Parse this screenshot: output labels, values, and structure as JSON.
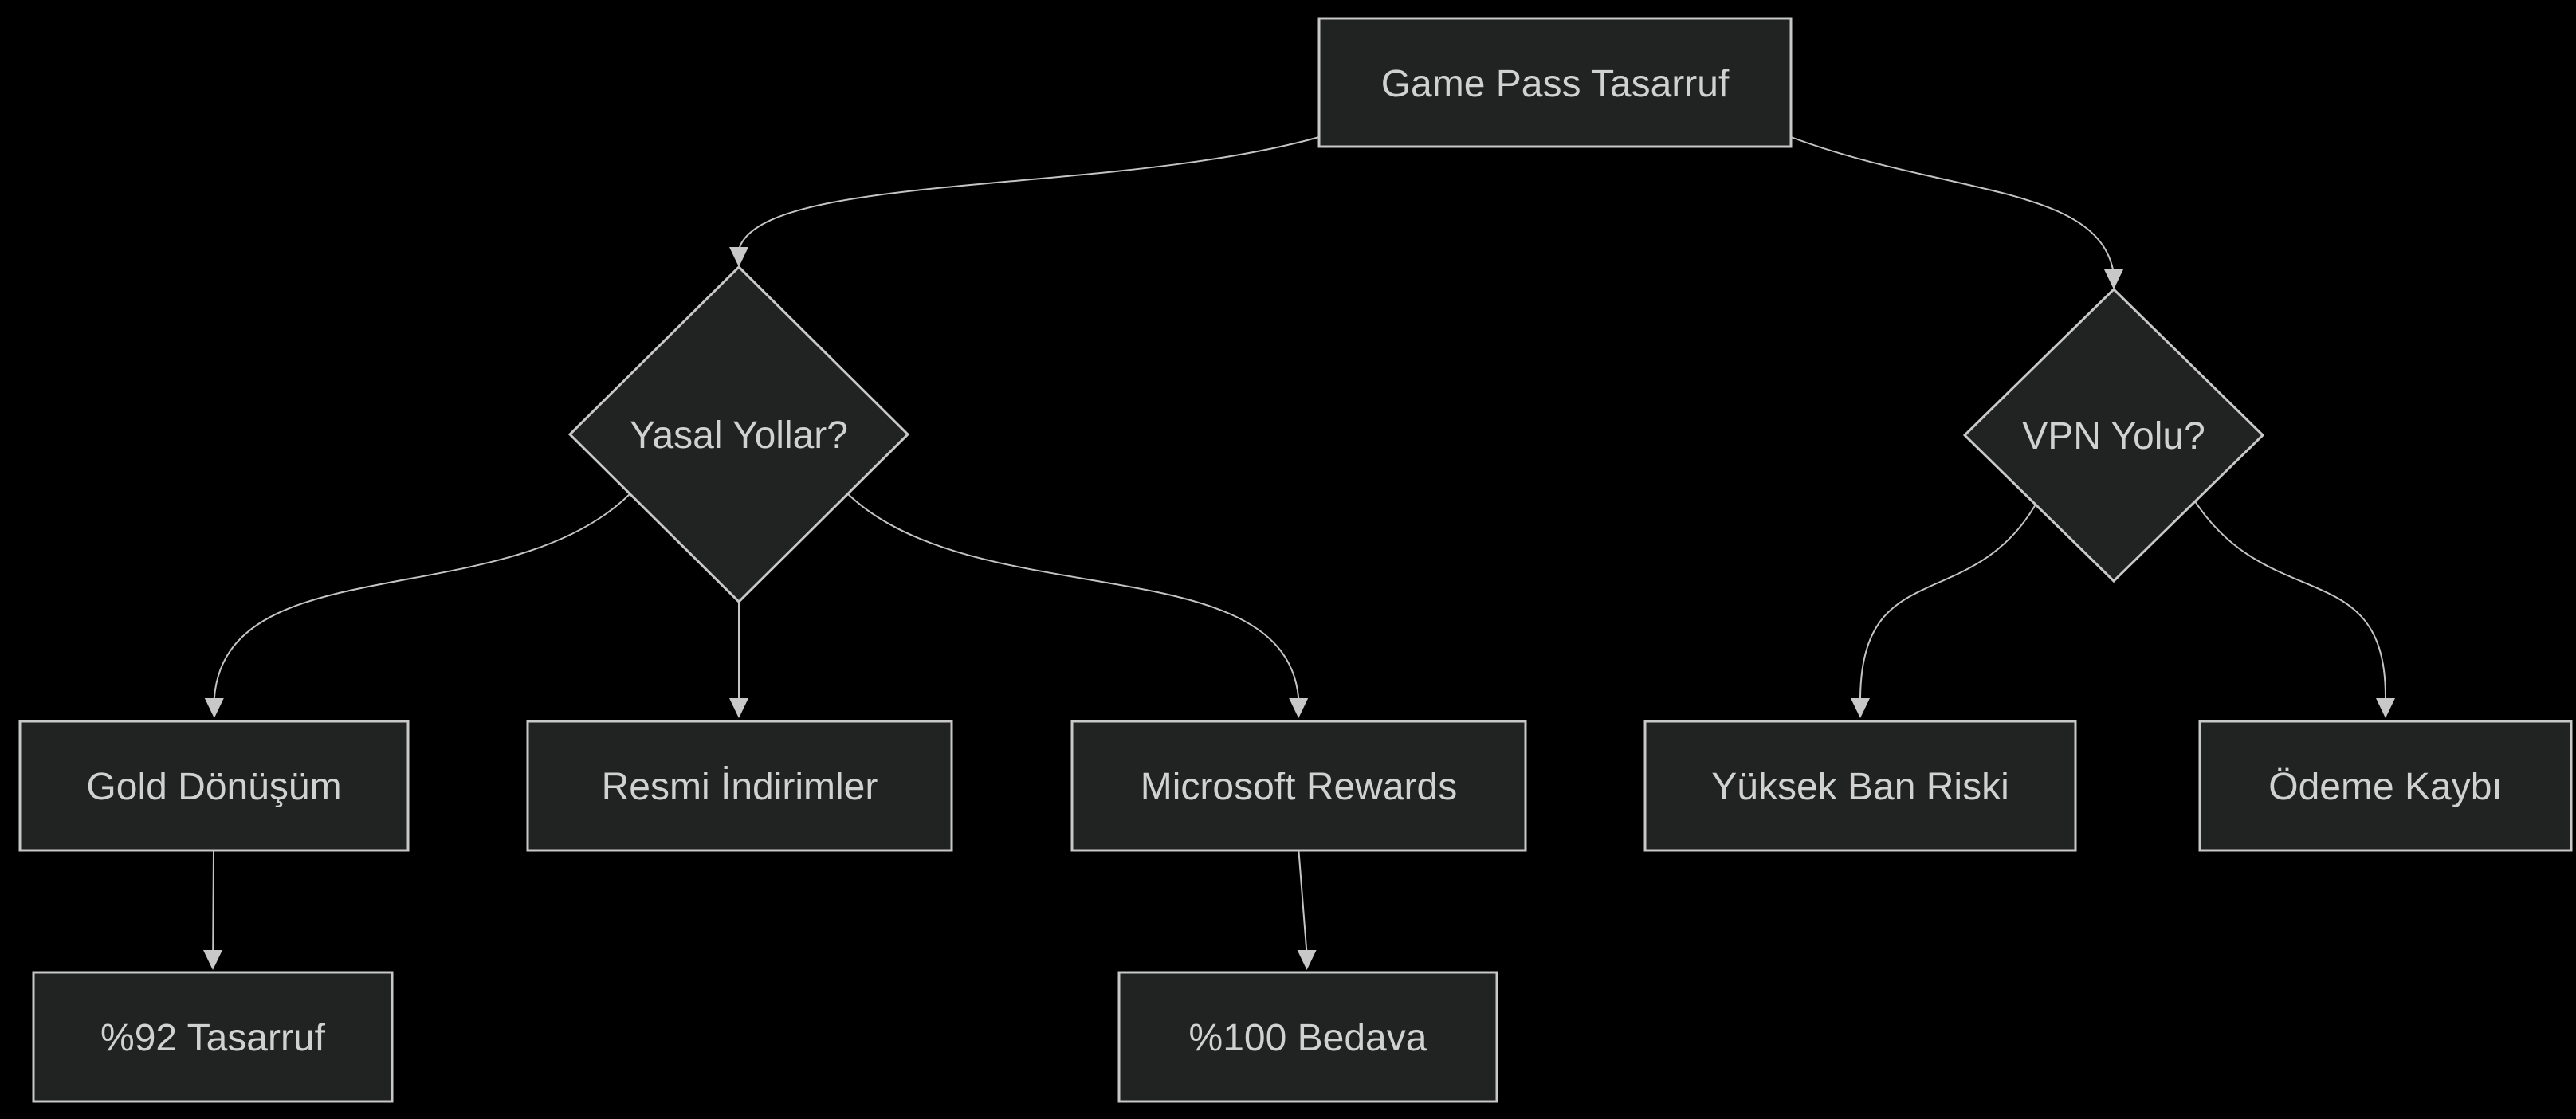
{
  "diagram": {
    "type": "flowchart",
    "direction": "top-down",
    "theme": {
      "background": "#000000",
      "node_fill": "#212222",
      "node_border": "#c8c8c8",
      "edge_color": "#c4c4c4",
      "text_color": "#d1d1d1"
    },
    "nodes": {
      "root": {
        "label": "Game Pass Tasarruf",
        "shape": "rectangle"
      },
      "legal": {
        "label": "Yasal Yollar?",
        "shape": "diamond"
      },
      "vpn": {
        "label": "VPN Yolu?",
        "shape": "diamond"
      },
      "gold": {
        "label": "Gold Dönüşüm",
        "shape": "rectangle"
      },
      "official": {
        "label": "Resmi İndirimler",
        "shape": "rectangle"
      },
      "rewards": {
        "label": "Microsoft Rewards",
        "shape": "rectangle"
      },
      "ban": {
        "label": "Yüksek Ban Riski",
        "shape": "rectangle"
      },
      "payment": {
        "label": "Ödeme Kaybı",
        "shape": "rectangle"
      },
      "savings": {
        "label": "%92 Tasarruf",
        "shape": "rectangle"
      },
      "free": {
        "label": "%100 Bedava",
        "shape": "rectangle"
      }
    },
    "edges": [
      {
        "from": "root",
        "to": "legal"
      },
      {
        "from": "root",
        "to": "vpn"
      },
      {
        "from": "legal",
        "to": "gold"
      },
      {
        "from": "legal",
        "to": "official"
      },
      {
        "from": "legal",
        "to": "rewards"
      },
      {
        "from": "vpn",
        "to": "ban"
      },
      {
        "from": "vpn",
        "to": "payment"
      },
      {
        "from": "gold",
        "to": "savings"
      },
      {
        "from": "rewards",
        "to": "free"
      }
    ]
  }
}
